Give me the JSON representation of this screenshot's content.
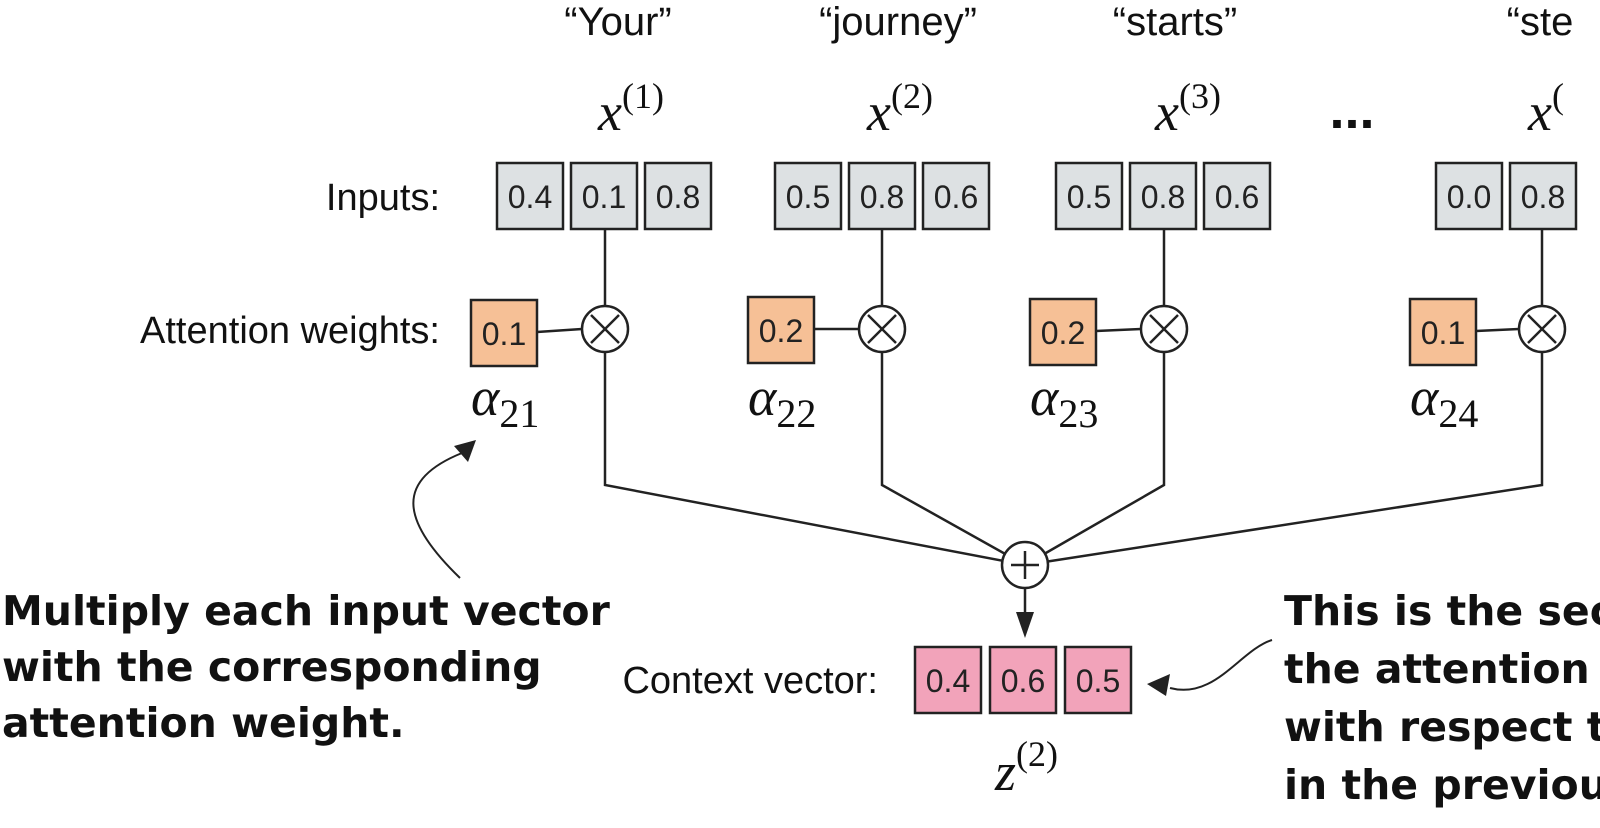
{
  "tokens": [
    {
      "word": "“Your”",
      "x_base": "x",
      "x_sup": "(1)",
      "inputs": [
        "0.4",
        "0.1",
        "0.8"
      ],
      "weight": "0.1",
      "alpha_base": "α",
      "alpha_sub": "21"
    },
    {
      "word": "“journey”",
      "x_base": "x",
      "x_sup": "(2)",
      "inputs": [
        "0.5",
        "0.8",
        "0.6"
      ],
      "weight": "0.2",
      "alpha_base": "α",
      "alpha_sub": "22"
    },
    {
      "word": "“starts”",
      "x_base": "x",
      "x_sup": "(3)",
      "inputs": [
        "0.5",
        "0.8",
        "0.6"
      ],
      "weight": "0.2",
      "alpha_base": "α",
      "alpha_sub": "23"
    },
    {
      "word": "“ste",
      "x_base": "x",
      "x_sup": "(",
      "inputs": [
        "0.0",
        "0.8"
      ],
      "weight": "0.1",
      "alpha_base": "α",
      "alpha_sub": "24"
    }
  ],
  "ellipsis": "...",
  "labels": {
    "inputs": "Inputs:",
    "attention_weights": "Attention weights:",
    "context_vector": "Context vector:"
  },
  "context": {
    "values": [
      "0.4",
      "0.6",
      "0.5"
    ],
    "z_base": "z",
    "z_sup": "(2)"
  },
  "operators": {
    "multiply": "×",
    "add": "+"
  },
  "annotations": {
    "left": [
      "Multiply each input vector",
      "with the corresponding",
      "attention weight."
    ],
    "right": [
      "This is the sec",
      "the attention",
      "with respect t",
      "in the previou"
    ]
  },
  "colors": {
    "input_fill": "#dde1e3",
    "weight_fill": "#f6c096",
    "context_fill": "#f2a3ba",
    "stroke": "#222222"
  }
}
